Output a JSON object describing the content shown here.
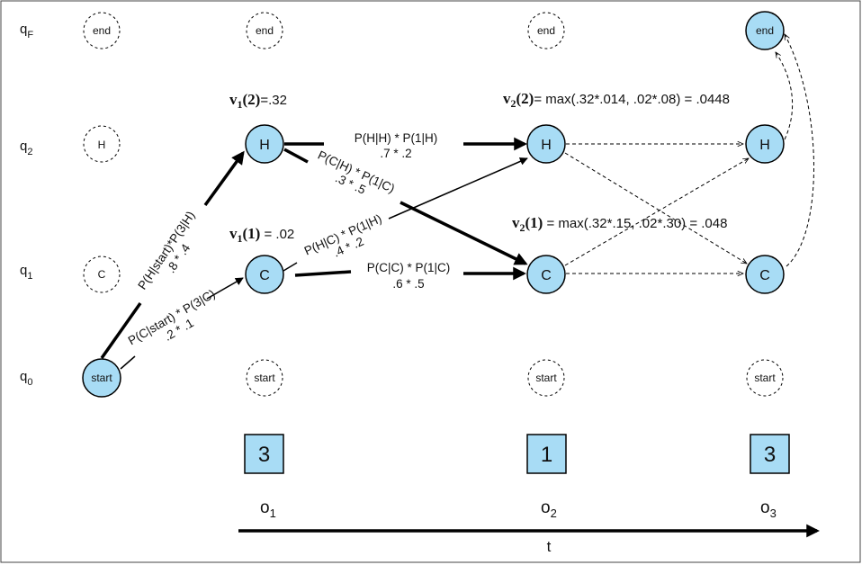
{
  "rows": [
    {
      "main": "q",
      "sub": "F"
    },
    {
      "main": "q",
      "sub": "2"
    },
    {
      "main": "q",
      "sub": "1"
    },
    {
      "main": "q",
      "sub": "0"
    }
  ],
  "nodes": {
    "end": "end",
    "H": "H",
    "C": "C",
    "start": "start"
  },
  "viterbi": {
    "v1_2": {
      "v": "v",
      "sub": "1",
      "arg": "(2)",
      "rest": "=.32"
    },
    "v1_1": {
      "v": "v",
      "sub": "1",
      "arg": "(1)",
      "rest": " = .02"
    },
    "v2_2": {
      "v": "v",
      "sub": "2",
      "arg": "(2)",
      "rest": "= max(.32*.014, .02*.08) = .0448"
    },
    "v2_1": {
      "v": "v",
      "sub": "2",
      "arg": "(1)",
      "rest": " = max(.32*.15, .02*.30) = .048"
    }
  },
  "edge_labels": {
    "start_H": {
      "line1": "P(H|start)*P(3|H)",
      "line2": ".8 * .4"
    },
    "start_C": {
      "line1": "P(C|start) * P(3|C)",
      "line2": ".2 * .1"
    },
    "H_H": {
      "line1": "P(H|H) * P(1|H)",
      "line2": ".7 * .2"
    },
    "H_C": {
      "line1": "P(C|H) * P(1|C)",
      "line2": ".3 * .5"
    },
    "C_H": {
      "line1": "P(H|C) * P(1|H)",
      "line2": ".4 * .2"
    },
    "C_C": {
      "line1": "P(C|C) * P(1|C)",
      "line2": ".6 * .5"
    }
  },
  "observations": [
    {
      "value": "3",
      "label": "o",
      "sub": "1"
    },
    {
      "value": "1",
      "label": "o",
      "sub": "2"
    },
    {
      "value": "3",
      "label": "o",
      "sub": "3"
    }
  ],
  "time_axis_label": "t",
  "colors": {
    "node_fill": "#a8dcf5",
    "stroke": "#000000"
  }
}
